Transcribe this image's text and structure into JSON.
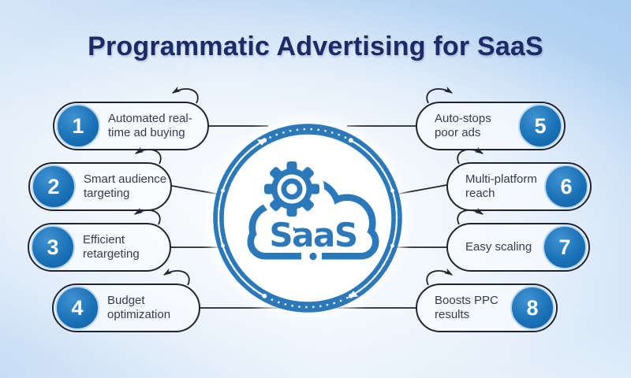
{
  "title": "Programmatic Advertising for SaaS",
  "center": {
    "label": "SaaS",
    "icon": "cloud-gear-icon"
  },
  "colors": {
    "primary_blue": "#2b79ba",
    "badge_blue": "#1a70b6",
    "title_navy": "#1c2a66",
    "outline_dark": "#1f2433",
    "pill_fill": "rgba(252,254,255,0.62)",
    "background_tint": "#a9cdf0"
  },
  "items": [
    {
      "number": "1",
      "label": "Automated real-time ad buying",
      "side": "left"
    },
    {
      "number": "2",
      "label": "Smart audience targeting",
      "side": "left"
    },
    {
      "number": "3",
      "label": "Efficient retargeting",
      "side": "left"
    },
    {
      "number": "4",
      "label": "Budget optimization",
      "side": "left"
    },
    {
      "number": "5",
      "label": "Auto-stops poor ads",
      "side": "right"
    },
    {
      "number": "6",
      "label": "Multi-platform reach",
      "side": "right"
    },
    {
      "number": "7",
      "label": "Easy scaling",
      "side": "right"
    },
    {
      "number": "8",
      "label": "Boosts PPC results",
      "side": "right"
    }
  ]
}
